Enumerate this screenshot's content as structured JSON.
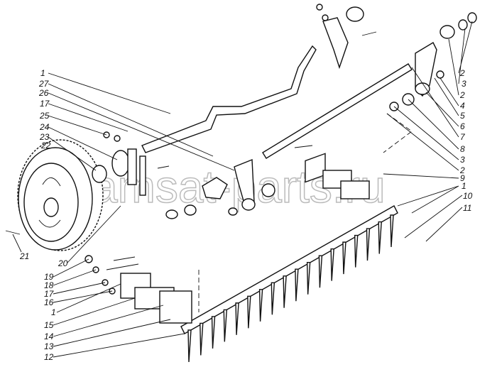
{
  "title": "Exploded parts diagram",
  "watermark": "amsat-parts.ru",
  "labels_left": [
    "1",
    "27",
    "26",
    "17",
    "25",
    "24",
    "23",
    "22",
    "21",
    "20",
    "19",
    "18",
    "17",
    "16",
    "1",
    "15",
    "14",
    "13",
    "12"
  ],
  "labels_right": [
    "2",
    "3",
    "2",
    "4",
    "5",
    "6",
    "7",
    "8",
    "3",
    "2",
    "9",
    "1",
    "10",
    "11"
  ]
}
